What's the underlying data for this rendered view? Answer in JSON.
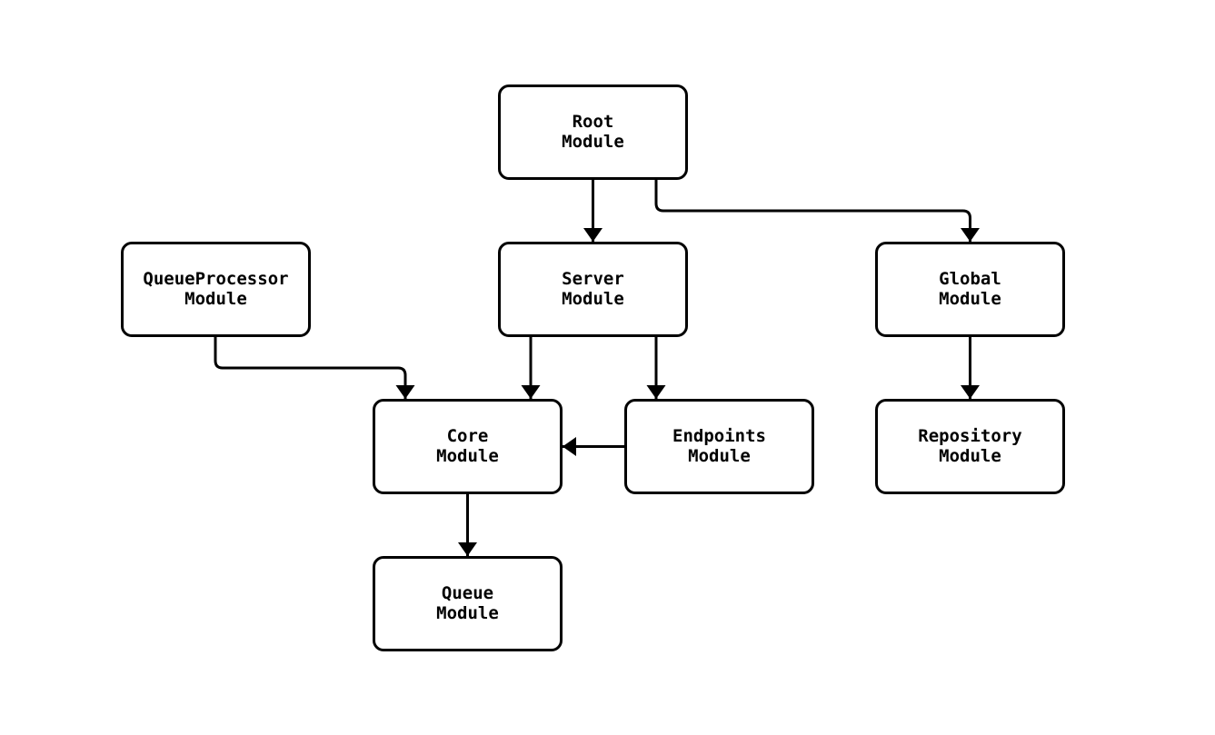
{
  "diagram": {
    "type": "flowchart",
    "colors": {
      "background": "#ffffff",
      "node_fill": "#ffffff",
      "node_border": "#000000",
      "edge": "#000000",
      "text": "#000000"
    },
    "nodes": [
      {
        "id": "root",
        "label": "Root\nModule"
      },
      {
        "id": "queueprocessor",
        "label": "QueueProcessor\nModule"
      },
      {
        "id": "server",
        "label": "Server\nModule"
      },
      {
        "id": "global",
        "label": "Global\nModule"
      },
      {
        "id": "core",
        "label": "Core\nModule"
      },
      {
        "id": "endpoints",
        "label": "Endpoints\nModule"
      },
      {
        "id": "repository",
        "label": "Repository\nModule"
      },
      {
        "id": "queue",
        "label": "Queue\nModule"
      }
    ],
    "edges": [
      {
        "from": "root",
        "to": "server"
      },
      {
        "from": "root",
        "to": "global"
      },
      {
        "from": "queueprocessor",
        "to": "core"
      },
      {
        "from": "server",
        "to": "core"
      },
      {
        "from": "server",
        "to": "endpoints"
      },
      {
        "from": "endpoints",
        "to": "core"
      },
      {
        "from": "global",
        "to": "repository"
      },
      {
        "from": "core",
        "to": "queue"
      }
    ]
  }
}
